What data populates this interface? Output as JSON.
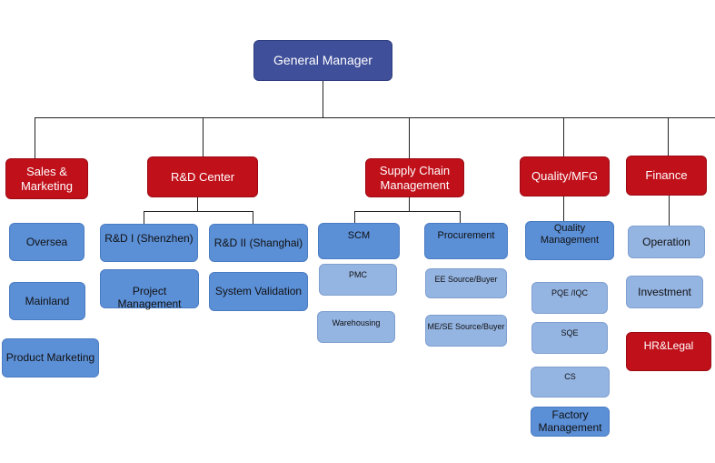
{
  "general_manager": "General Manager",
  "departments": {
    "sales": "Sales & Marketing",
    "rd": "R&D Center",
    "scm": "Supply Chain Management",
    "quality": "Quality/MFG",
    "finance": "Finance"
  },
  "sales_units": [
    "Oversea",
    "Mainland",
    "Product Marketing"
  ],
  "rd_units": [
    "R&D I (Shenzhen)",
    "R&D II (Shanghai)",
    "Project Management",
    "System Validation"
  ],
  "scm_units": [
    "SCM",
    "Procurement",
    "PMC",
    "EE Source/Buyer",
    "Warehousing",
    "ME/SE Source/Buyer"
  ],
  "quality_units": [
    "Quality Management",
    "PQE /IQC",
    "SQE",
    "CS",
    "Factory Management"
  ],
  "finance_units": [
    "Operation",
    "Investment",
    "HR&Legal"
  ],
  "colors": {
    "gm": "#3f4f9a",
    "department": "#c0101a",
    "unit": "#5b8fd6",
    "sub_unit": "#94b4e2"
  }
}
